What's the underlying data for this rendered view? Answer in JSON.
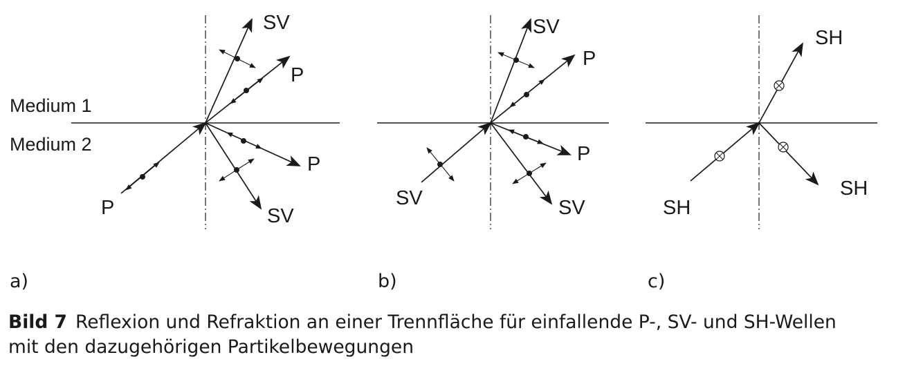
{
  "media": {
    "medium_1": "Medium 1",
    "medium_2": "Medium 2"
  },
  "panels": [
    {
      "label": "a)",
      "incident": "P",
      "waves": {
        "incident": "P",
        "reflected_sv": "SV",
        "reflected_p": "P",
        "refracted_p": "P",
        "refracted_sv": "SV"
      }
    },
    {
      "label": "b)",
      "incident": "SV",
      "waves": {
        "incident": "SV",
        "reflected_sv": "SV",
        "reflected_p": "P",
        "refracted_p": "P",
        "refracted_sv": "SV"
      }
    },
    {
      "label": "c)",
      "incident": "SH",
      "waves": {
        "incident": "SH",
        "reflected_sh": "SH",
        "refracted_sh": "SH"
      }
    }
  ],
  "caption": {
    "figure_number": "Bild 7",
    "line_1": "Reflexion und Refraktion an einer Trennfläche für einfallende P-, SV- und SH-Wellen",
    "line_2": "mit den dazugehörigen Partikelbewegungen"
  },
  "colors": {
    "ink": "#1a1a1a",
    "background": "#ffffff"
  }
}
